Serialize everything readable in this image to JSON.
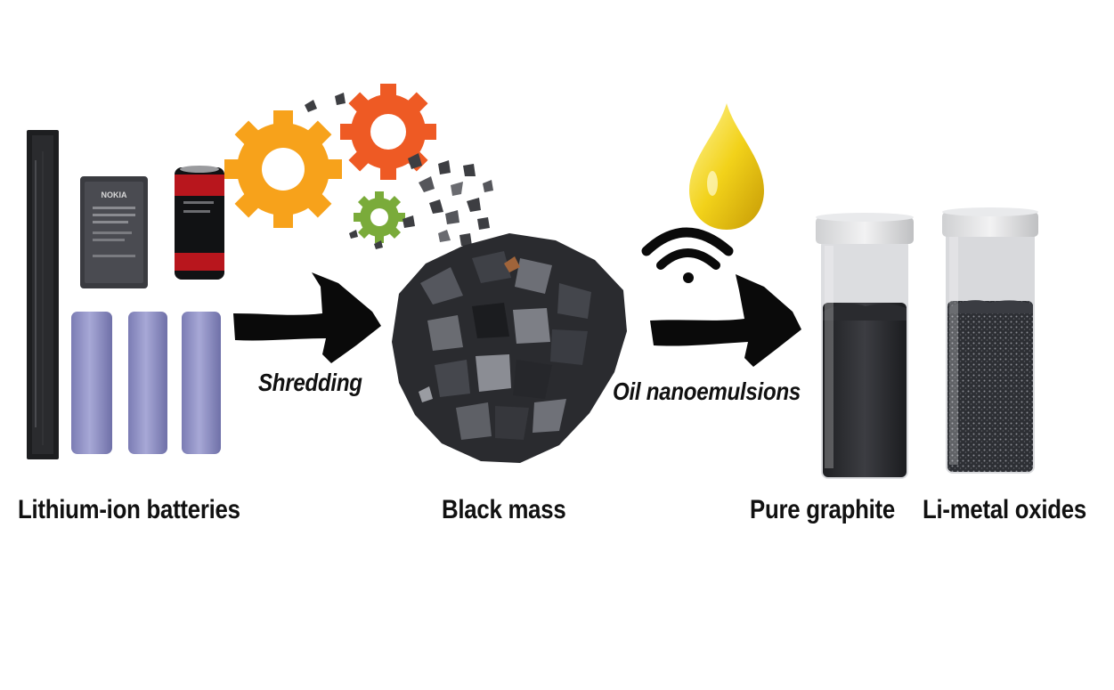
{
  "stages": {
    "batteries": {
      "label": "Lithium-ion batteries",
      "brand_text": "NOKIA"
    },
    "black_mass": {
      "label": "Black mass"
    },
    "graphite": {
      "label": "Pure graphite"
    },
    "oxides": {
      "label": "Li-metal oxides"
    }
  },
  "steps": {
    "shredding": {
      "label": "Shredding"
    },
    "nanoemulsions": {
      "label": "Oil nanoemulsions"
    }
  },
  "colors": {
    "gear_large": "#f7a21b",
    "gear_orange": "#ee5a24",
    "gear_small": "#7aab3a",
    "oil_drop": "#f2d21a",
    "cell_purple": "#8e8fc4",
    "arrow": "#0a0a0a"
  },
  "icons": [
    "gear-icon",
    "oil-drop-icon",
    "wifi-signal-icon",
    "arrow-icon"
  ]
}
